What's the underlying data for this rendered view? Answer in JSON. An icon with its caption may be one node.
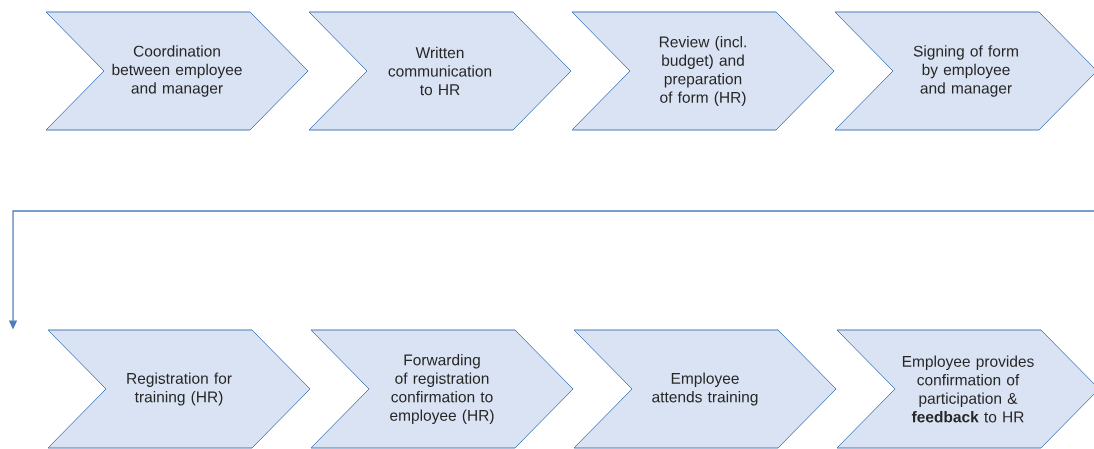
{
  "diagram": {
    "nodes": [
      {
        "text": [
          "Coordination between employee and manager"
        ]
      },
      {
        "text": [
          "Written communication to HR"
        ]
      },
      {
        "text": [
          "Review (incl. budget) and preparation of form (HR)"
        ]
      },
      {
        "text": [
          "Signing of form by employee and manager"
        ]
      },
      {
        "text": [
          "Registration for training (HR)"
        ]
      },
      {
        "text": [
          "Forwarding of registration confirmation to employee (HR)"
        ]
      },
      {
        "text": [
          "Employee attends training"
        ]
      },
      {
        "text": [
          "Employee provides confirmation of participation & **feedback** to HR"
        ]
      }
    ],
    "edges": [
      {
        "from": null,
        "to": 4,
        "arrow": "to"
      }
    ]
  }
}
